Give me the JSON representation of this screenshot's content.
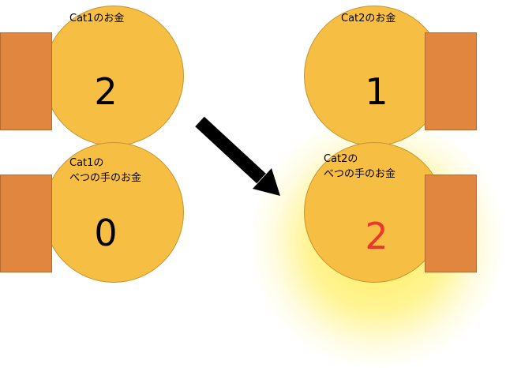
{
  "colors": {
    "coin": "#f7be44",
    "block": "#e1863e",
    "glow": "#ffe44e",
    "highlight_text": "#e8392c",
    "arrow": "#000000"
  },
  "panels": {
    "cat1_money": {
      "label_lines": [
        "Cat1のお金"
      ],
      "value": "2"
    },
    "cat1_other_money": {
      "label_lines": [
        "Cat1の",
        "べつの手のお金"
      ],
      "value": "0"
    },
    "cat2_money": {
      "label_lines": [
        "Cat2のお金"
      ],
      "value": "1"
    },
    "cat2_other_money": {
      "label_lines": [
        "Cat2の",
        "べつの手のお金"
      ],
      "value": "2",
      "highlighted": true
    }
  },
  "transition_arrow": {
    "icon": "down-right-arrow-icon"
  }
}
